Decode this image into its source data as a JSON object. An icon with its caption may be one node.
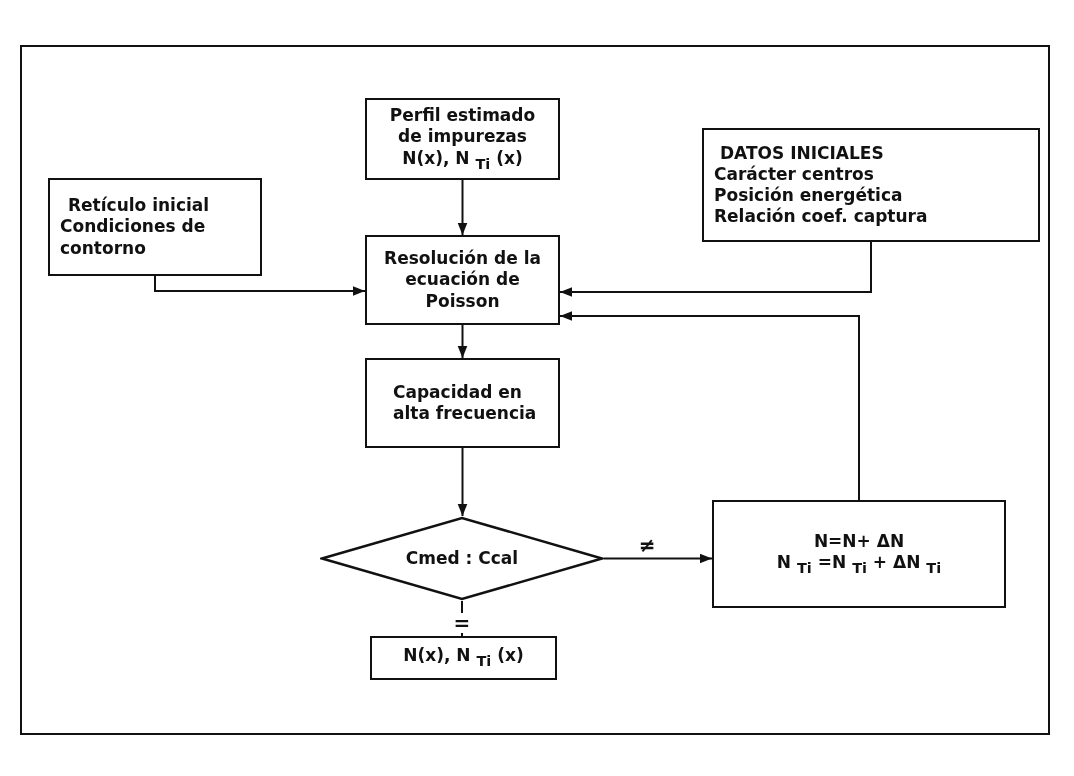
{
  "diagram": {
    "nodes": [
      {
        "text": [
          "Retículo inicial",
          "Condiciones de contorno"
        ]
      },
      {
        "text": [
          "Perfil estimado de impurezas",
          "N(x), N $_{Ti}$ (x)"
        ]
      },
      {
        "text": [
          "DATOS INICIALES",
          "Carácter centros",
          "Posición energética",
          "Relación coef. captura"
        ]
      },
      {
        "text": [
          "Resolución de la ecuación de Poisson"
        ]
      },
      {
        "text": [
          "Capacidad en alta frecuencia"
        ]
      },
      {
        "text": [
          "Cmed : Ccal"
        ]
      },
      {
        "text": [
          "N=N+ ΔN",
          "N $_{Ti}$ =N $_{Ti}$ + ΔN $_{Ti}$"
        ]
      },
      {
        "text": [
          "N(x), N $_{Ti}$ (x)"
        ]
      }
    ],
    "edges": [
      {
        "from": 1,
        "to": 3,
        "arrow": "to"
      },
      {
        "from": 0,
        "to": 3,
        "arrow": "to"
      },
      {
        "from": 2,
        "to": 3,
        "arrow": "to"
      },
      {
        "from": 6,
        "to": 3,
        "arrow": "to"
      },
      {
        "from": 3,
        "to": 4,
        "arrow": "to"
      },
      {
        "from": 4,
        "to": 5,
        "arrow": "to"
      },
      {
        "from": 5,
        "to": 6,
        "arrow": "to",
        "label": "≠"
      },
      {
        "from": 5,
        "to": 7,
        "arrow": "to",
        "label": "="
      }
    ]
  }
}
